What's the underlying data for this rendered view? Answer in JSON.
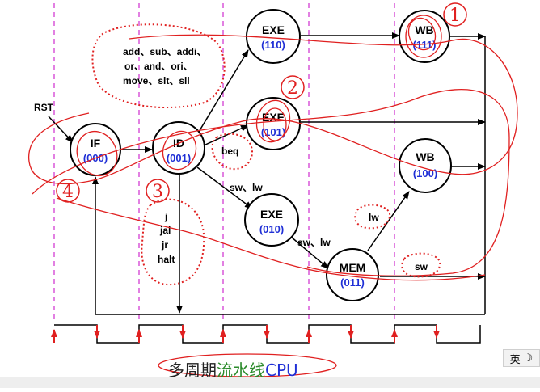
{
  "labels": {
    "rst": "RST",
    "group_line1": "add、sub、addi、",
    "group_line2": "or、and、ori、",
    "group_line3": "move、slt、sll",
    "beq": "beq",
    "sw_lw_1": "sw、lw",
    "sw_lw_2": "sw、lw",
    "jump_j": "j",
    "jump_jal": "jal",
    "jump_jr": "jr",
    "jump_halt": "halt",
    "lw": "lw",
    "sw": "sw"
  },
  "states": {
    "if_name": "IF",
    "if_code": "(000)",
    "id_name": "ID",
    "id_code": "(001)",
    "exe1_name": "EXE",
    "exe1_code": "(110)",
    "wb1_name": "WB",
    "wb1_code": "(111)",
    "exe2_name": "EXE",
    "exe2_code": "(101)",
    "exe3_name": "EXE",
    "exe3_code": "(010)",
    "mem_name": "MEM",
    "mem_code": "(011)",
    "wb2_name": "WB",
    "wb2_code": "(100)"
  },
  "annotations": {
    "n1": "1",
    "n2": "2",
    "n3": "3",
    "n4": "4"
  },
  "caption": {
    "part1": "多周期",
    "part2": "流水线",
    "part3": "CPU"
  },
  "ime": {
    "lang": "英",
    "moon": "☽"
  },
  "colors": {
    "accent_blue": "#1f2fd6",
    "guide_magenta": "#d23cd2",
    "clock_red": "#e02020",
    "annotation_red": "#e02020",
    "caption_black": "#222222",
    "caption_green": "#2a8a2a",
    "caption_blue": "#1f2fd6"
  }
}
